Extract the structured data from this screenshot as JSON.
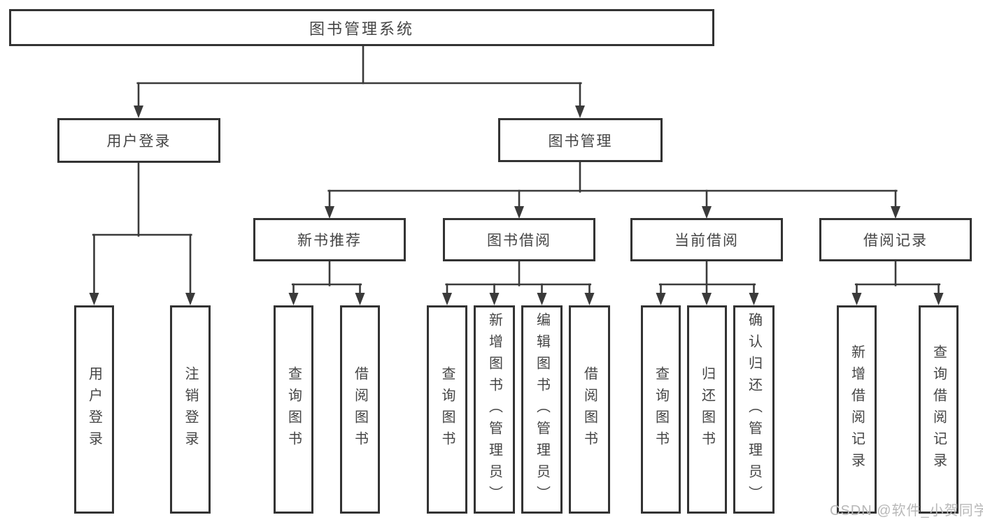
{
  "tree": {
    "label": "图书管理系统",
    "children": [
      {
        "label": "用户登录",
        "children": [
          {
            "label": "用户登录"
          },
          {
            "label": "注销登录"
          }
        ]
      },
      {
        "label": "图书管理",
        "children": [
          {
            "label": "新书推荐",
            "children": [
              {
                "label": "查询图书"
              },
              {
                "label": "借阅图书"
              }
            ]
          },
          {
            "label": "图书借阅",
            "children": [
              {
                "label": "查询图书"
              },
              {
                "label": "新增图书（管理员）"
              },
              {
                "label": "编辑图书（管理员）"
              },
              {
                "label": "借阅图书"
              }
            ]
          },
          {
            "label": "当前借阅",
            "children": [
              {
                "label": "查询图书"
              },
              {
                "label": "归还图书"
              },
              {
                "label": "确认归还（管理员）"
              }
            ]
          },
          {
            "label": "借阅记录",
            "children": [
              {
                "label": "新增借阅记录"
              },
              {
                "label": "查询借阅记录"
              }
            ]
          }
        ]
      }
    ]
  },
  "watermark": {
    "text": "CSDN @软件_小贺同学"
  },
  "colors": {
    "line": "#3a3a3a",
    "box_border": "#333333",
    "text": "#454545",
    "watermark": "#b8b8b8",
    "background": "#ffffff"
  }
}
